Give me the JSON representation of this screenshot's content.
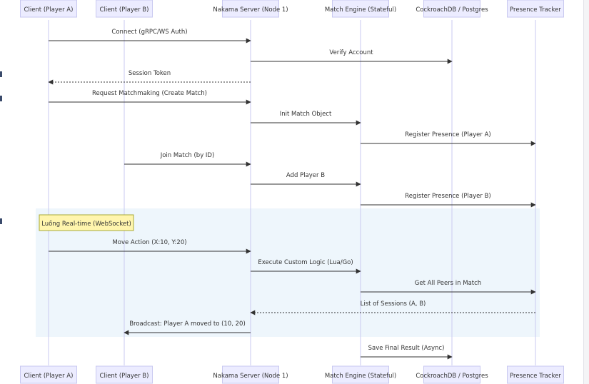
{
  "diagram": {
    "type": "sequence",
    "participants": [
      {
        "id": "a",
        "label": "Client (Player A)"
      },
      {
        "id": "b",
        "label": "Client (Player B)"
      },
      {
        "id": "n",
        "label": "Nakama Server (Node 1)"
      },
      {
        "id": "m",
        "label": "Match Engine (Stateful)"
      },
      {
        "id": "c",
        "label": "CockroachDB / Postgres"
      },
      {
        "id": "p",
        "label": "Presence Tracker"
      }
    ],
    "messages": [
      {
        "from": "a",
        "to": "n",
        "label": "Connect (gRPC/WS Auth)",
        "style": "solid"
      },
      {
        "from": "n",
        "to": "c",
        "label": "Verify Account",
        "style": "solid"
      },
      {
        "from": "n",
        "to": "a",
        "label": "Session Token",
        "style": "dotted"
      },
      {
        "from": "a",
        "to": "n",
        "label": "Request Matchmaking (Create Match)",
        "style": "solid"
      },
      {
        "from": "n",
        "to": "m",
        "label": "Init Match Object",
        "style": "solid"
      },
      {
        "from": "m",
        "to": "p",
        "label": "Register Presence (Player A)",
        "style": "solid"
      },
      {
        "from": "b",
        "to": "n",
        "label": "Join Match (by ID)",
        "style": "solid"
      },
      {
        "from": "n",
        "to": "m",
        "label": "Add Player B",
        "style": "solid"
      },
      {
        "from": "m",
        "to": "p",
        "label": "Register Presence (Player B)",
        "style": "solid"
      },
      {
        "from": "a",
        "to": "n",
        "label": "Move Action (X:10, Y:20)",
        "style": "solid"
      },
      {
        "from": "n",
        "to": "m",
        "label": "Execute Custom Logic (Lua/Go)",
        "style": "solid"
      },
      {
        "from": "m",
        "to": "p",
        "label": "Get All Peers in Match",
        "style": "solid"
      },
      {
        "from": "p",
        "to": "n",
        "label": "List of Sessions (A, B)",
        "style": "dotted"
      },
      {
        "from": "n",
        "to": "b",
        "label": "Broadcast: Player A moved to (10, 20)",
        "style": "solid"
      },
      {
        "from": "m",
        "to": "c",
        "label": "Save Final Result (Async)",
        "style": "solid"
      }
    ],
    "region": {
      "label": "Luồng Real-time (WebSocket)",
      "first_message": 9,
      "last_message": 13
    },
    "colors": {
      "actor_fill": "#ececff",
      "actor_stroke": "#c9c9f0",
      "lifeline": "#c9c9f0",
      "region_fill": "#eef6fc",
      "note_fill": "#fff5ad",
      "note_stroke": "#aaaa33",
      "arrow": "#333333",
      "text": "#333333"
    }
  }
}
